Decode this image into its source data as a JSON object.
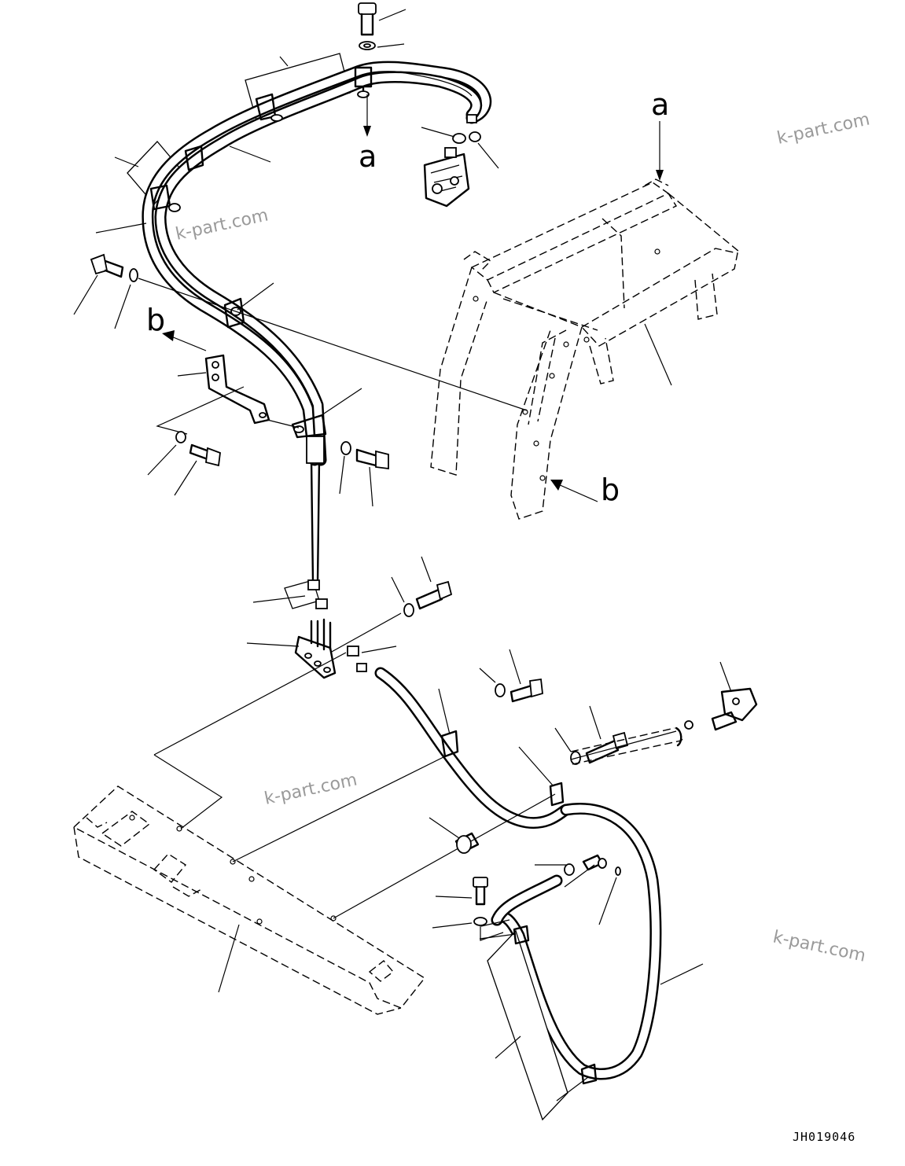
{
  "diagram": {
    "drawing_code": "JH019046",
    "view_labels": [
      "a",
      "a",
      "b",
      "b"
    ],
    "watermark": "k-part.com",
    "colors": {
      "line": "#000000",
      "background": "#ffffff",
      "watermark": "#9a9a9a"
    }
  }
}
